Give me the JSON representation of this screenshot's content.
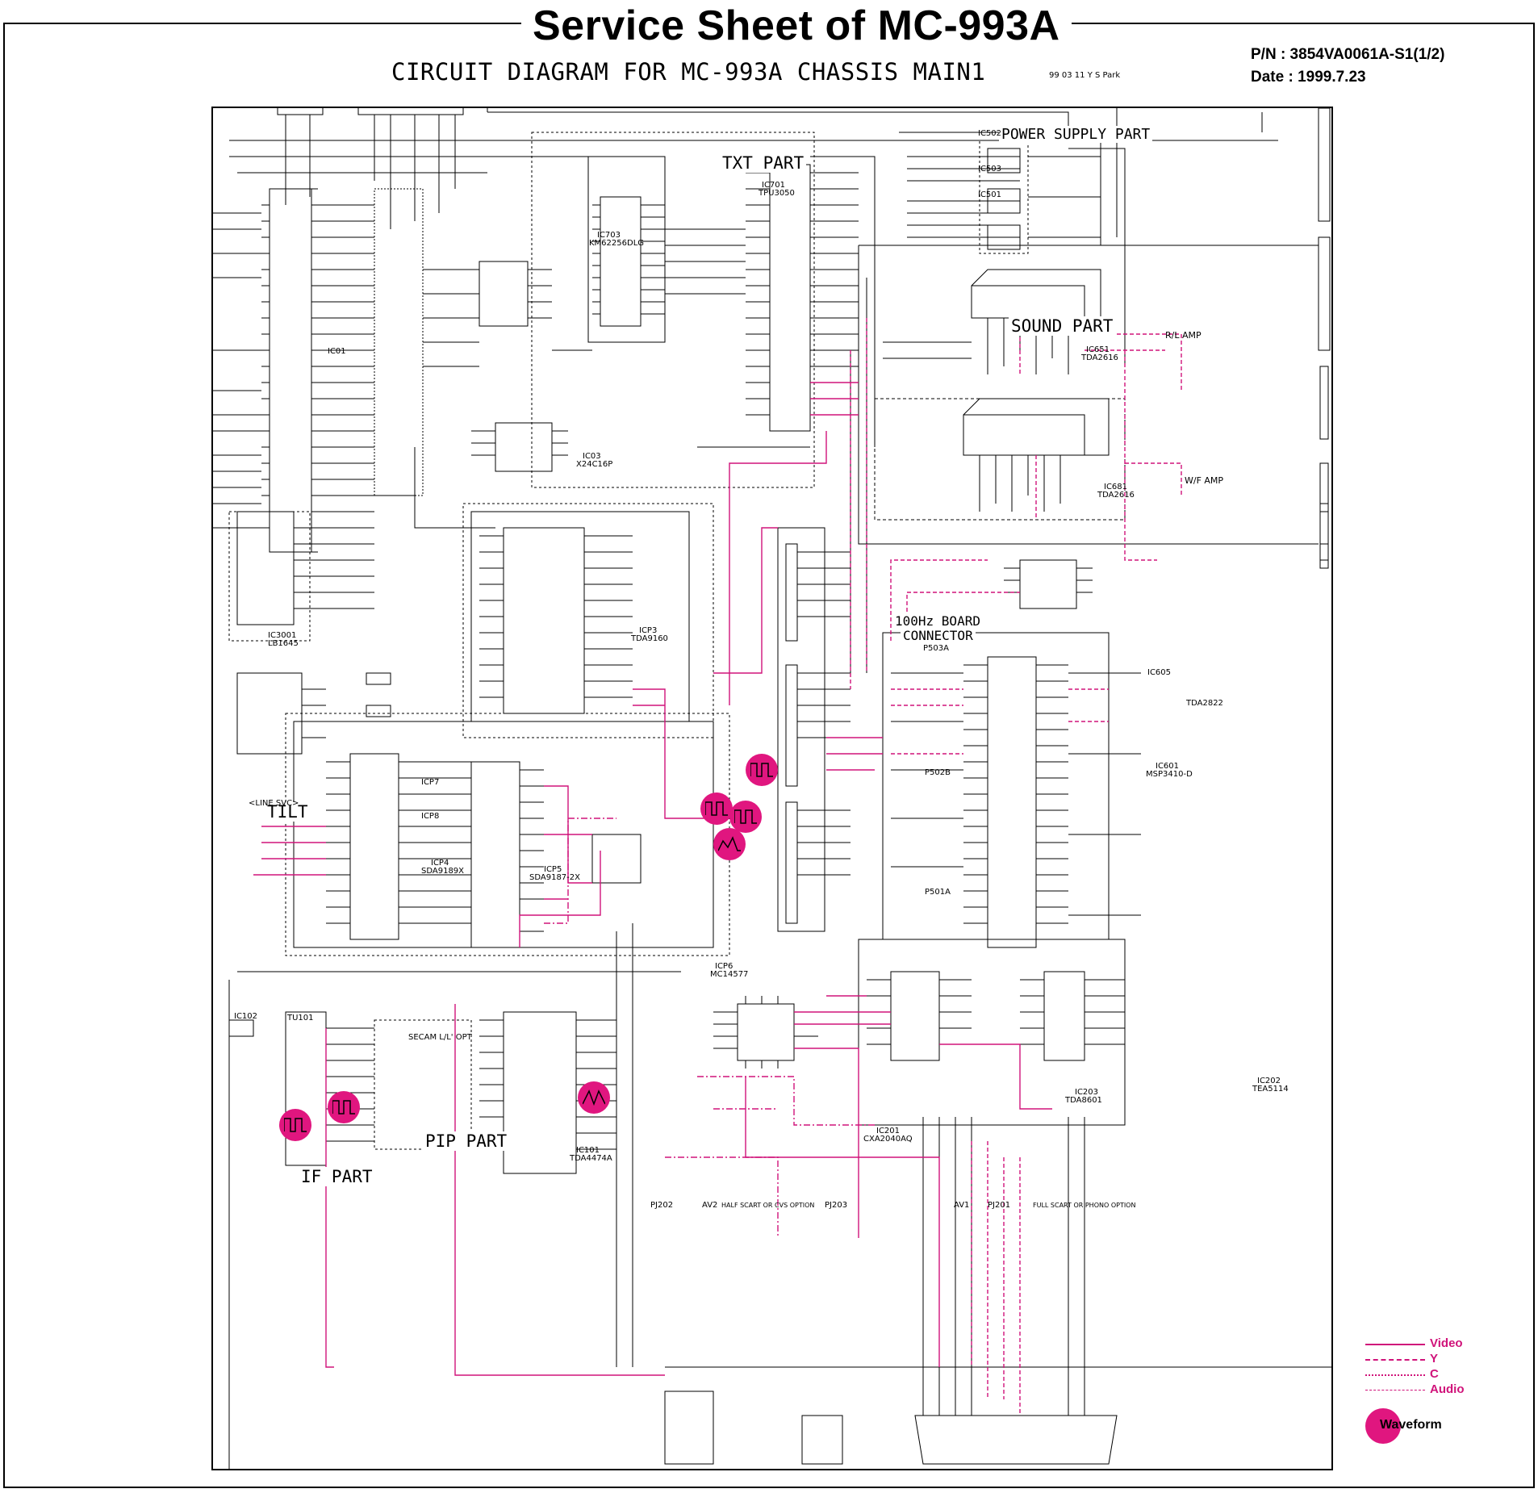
{
  "header": {
    "title": "Service Sheet of MC-993A",
    "subtitle": "CIRCUIT DIAGRAM FOR MC-993A CHASSIS MAIN1",
    "subtitle_stamp": "99 03 11 Y S Park",
    "part_number": "P/N : 3854VA0061A-S1(1/2)",
    "date": "Date : 1999.7.23"
  },
  "sections": {
    "power": "POWER SUPPLY PART",
    "txt": "TXT PART",
    "sound": "SOUND PART",
    "board_connector_1": "100Hz BOARD",
    "board_connector_2": "CONNECTOR",
    "tilt": "TILT",
    "pip": "PIP PART",
    "if": "IF PART"
  },
  "components": {
    "ic01": "IC01",
    "ic701": "IC701",
    "ic701_part": "TPU3050",
    "ic703": "IC703",
    "ic703_part": "KM62256DLG",
    "ic03": "IC03",
    "ic03_part": "X24C16P",
    "ic651": "IC651",
    "ic651_part": "TDA2616",
    "rl_amp": "R/L AMP",
    "ic681": "IC681",
    "ic681_part": "TDA2616",
    "wf_amp": "W/F AMP",
    "ic3001": "IC3001",
    "ic3001_part": "LB1645",
    "line_svc": "<LINE SVC>",
    "icp3": "ICP3",
    "icp3_part": "TDA9160",
    "icp7": "ICP7",
    "icp8": "ICP8",
    "icp4": "ICP4",
    "icp4_part": "SDA9189X",
    "icp5": "ICP5",
    "icp5_part": "SDA9187-2X",
    "icp6": "ICP6",
    "icp6_part": "MC14577",
    "p503a": "P503A",
    "p502b": "P502B",
    "p501a": "P501A",
    "ic601": "IC601",
    "ic601_part": "MSP3410-D",
    "ic605": "IC605",
    "ic605_part": "TDA2822",
    "ic202": "IC202",
    "ic202_part": "TEA5114",
    "ic203": "IC203",
    "ic203_part": "TDA8601",
    "ic201": "IC201",
    "ic201_part": "CXA2040AQ",
    "ic101": "IC101",
    "ic101_part": "TDA4474A",
    "ic102": "IC102",
    "tu101": "TU101",
    "secam": "SECAM L/L' OPT",
    "ic502": "IC502",
    "ic503": "IC503",
    "ic501": "IC501",
    "pj202": "PJ202",
    "av2": "AV2",
    "pj203": "PJ203",
    "av1": "AV1",
    "pj201": "PJ201",
    "scart_note": "FULL SCART OR PHONO OPTION",
    "half_scart_note": "HALF SCART OR CVS OPTION"
  },
  "legend": {
    "video": "Video",
    "y": "Y",
    "c": "C",
    "audio": "Audio",
    "waveform": "Waveform"
  },
  "colors": {
    "accent": "#d0137a",
    "waveform_marker": "#e0167f",
    "ink": "#000000"
  }
}
